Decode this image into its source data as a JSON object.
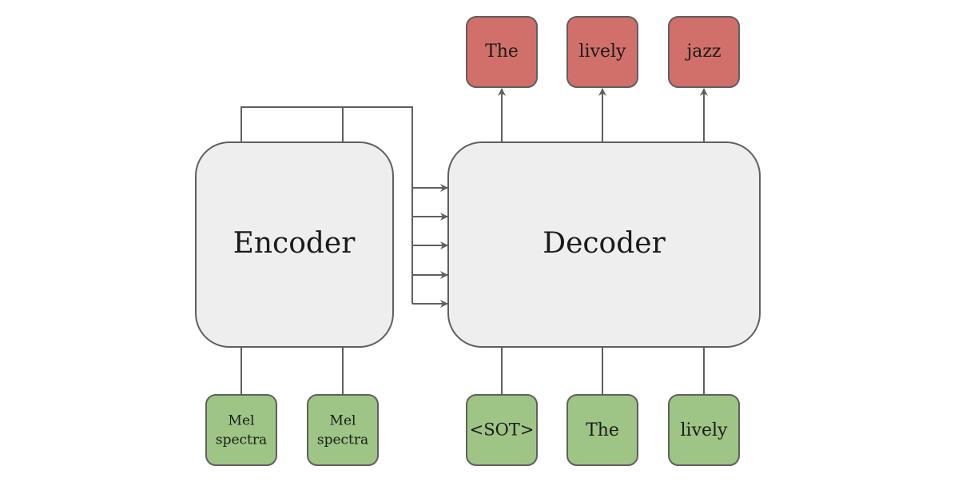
{
  "encoder": {
    "label": "Encoder"
  },
  "decoder": {
    "label": "Decoder"
  },
  "encoder_inputs": [
    {
      "line1": "Mel",
      "line2": "spectra"
    },
    {
      "line1": "Mel",
      "line2": "spectra"
    }
  ],
  "decoder_inputs": [
    {
      "label": "<SOT>"
    },
    {
      "label": "The"
    },
    {
      "label": "lively"
    }
  ],
  "decoder_outputs": [
    {
      "label": "The"
    },
    {
      "label": "lively"
    },
    {
      "label": "jazz"
    }
  ],
  "colors": {
    "block_fill": "#eeeeee",
    "output_fill": "#d1706a",
    "input_fill": "#9ec585",
    "stroke": "#5f5f5f"
  }
}
